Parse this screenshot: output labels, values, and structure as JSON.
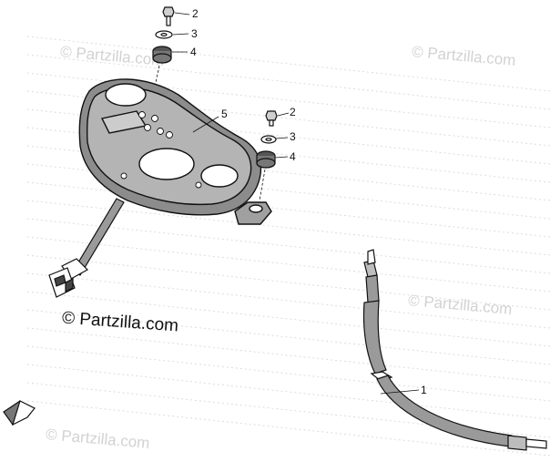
{
  "watermarks": [
    "© Partzilla.com",
    "© Partzilla.com",
    "© Partzilla.com",
    "© Partzilla.com"
  ],
  "main_watermark": "© Partzilla.com",
  "callouts": {
    "c2a": "2",
    "c3a": "3",
    "c4a": "4",
    "c5": "5",
    "c2b": "2",
    "c3b": "3",
    "c4b": "4",
    "c1": "1"
  }
}
